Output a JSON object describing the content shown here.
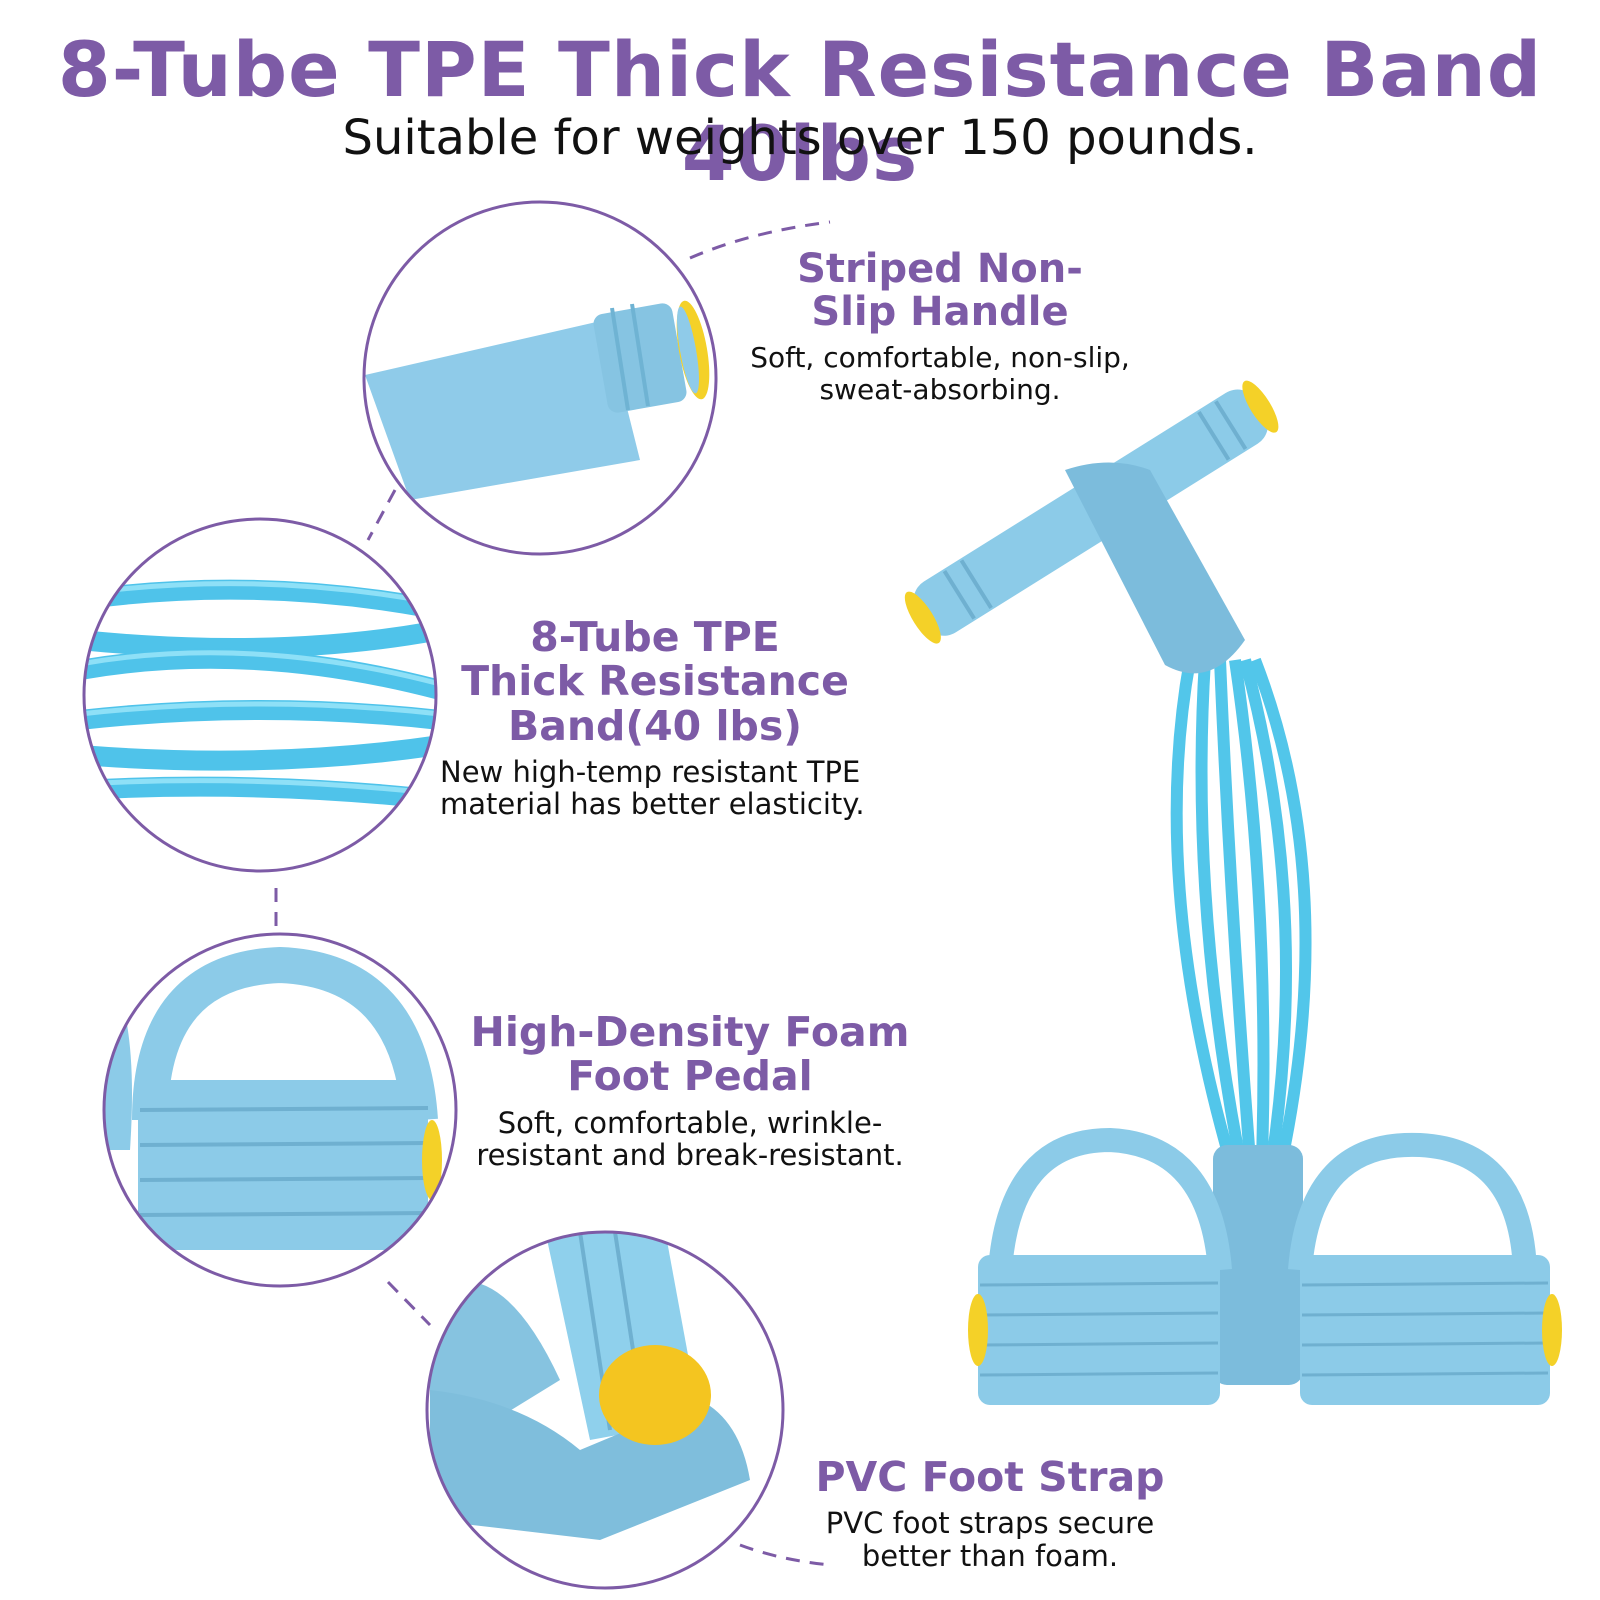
{
  "header": {
    "title": "8-Tube TPE Thick Resistance Band 40lbs",
    "subtitle": "Suitable for weights over 150 pounds."
  },
  "features": [
    {
      "heading": "Striped Non-\nSlip Handle",
      "description": "Soft, comfortable, non-slip,\nsweat-absorbing."
    },
    {
      "heading": "8-Tube TPE\nThick Resistance\nBand(40 lbs)",
      "description": "New high-temp resistant TPE\nmaterial has better elasticity."
    },
    {
      "heading": "High-Density Foam\nFoot Pedal",
      "description": "Soft, comfortable, wrinkle-\nresistant and break-resistant."
    },
    {
      "heading": "PVC Foot Strap",
      "description": "PVC foot straps secure\nbetter than foam."
    }
  ],
  "colors": {
    "accent_purple": "#7d5ba6",
    "product_blue": "#8ccbe8",
    "tube_blue": "#52c6ea",
    "cap_yellow": "#f4d128",
    "text": "#111111"
  }
}
